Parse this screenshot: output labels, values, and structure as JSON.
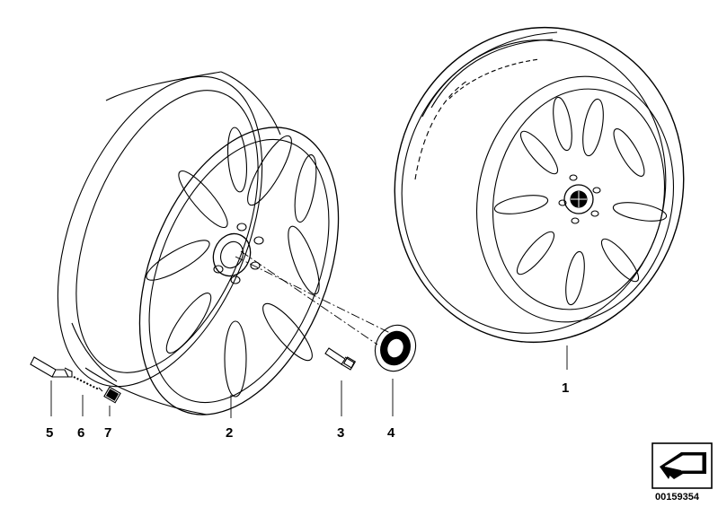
{
  "callouts": {
    "c1": "1",
    "c2": "2",
    "c3": "3",
    "c4": "4",
    "c5": "5",
    "c6": "6",
    "c7": "7"
  },
  "document_number": "00159354",
  "colors": {
    "line": "#000000",
    "background": "#ffffff"
  },
  "icons": {
    "nav": "return-arrow-icon"
  }
}
